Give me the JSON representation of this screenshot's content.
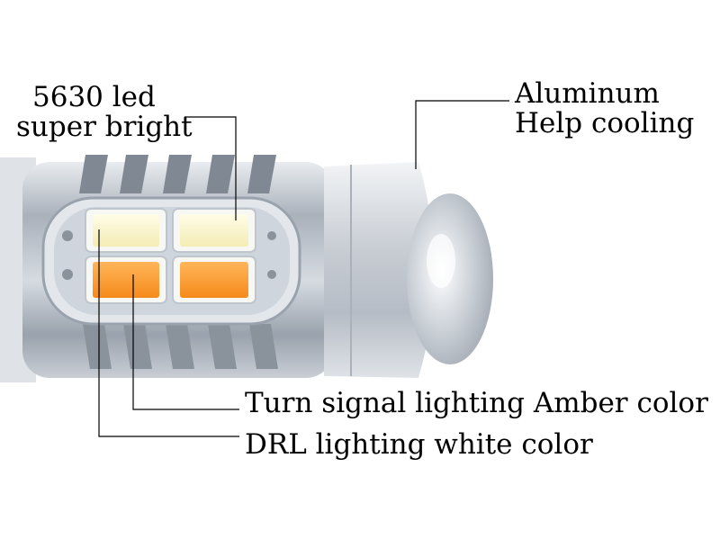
{
  "labels": {
    "led_line1": "5630 led",
    "led_line2": "super bright",
    "aluminum_line1": "Aluminum",
    "aluminum_line2": "Help cooling",
    "turn_signal": "Turn signal lighting Amber color",
    "drl": "DRL lighting white color"
  },
  "colors": {
    "background": "#ffffff",
    "metal": "#c3c8d0",
    "led_white": "#fbf8d2",
    "led_amber": "#ff9a2a",
    "pcb": "#d8dde4"
  }
}
